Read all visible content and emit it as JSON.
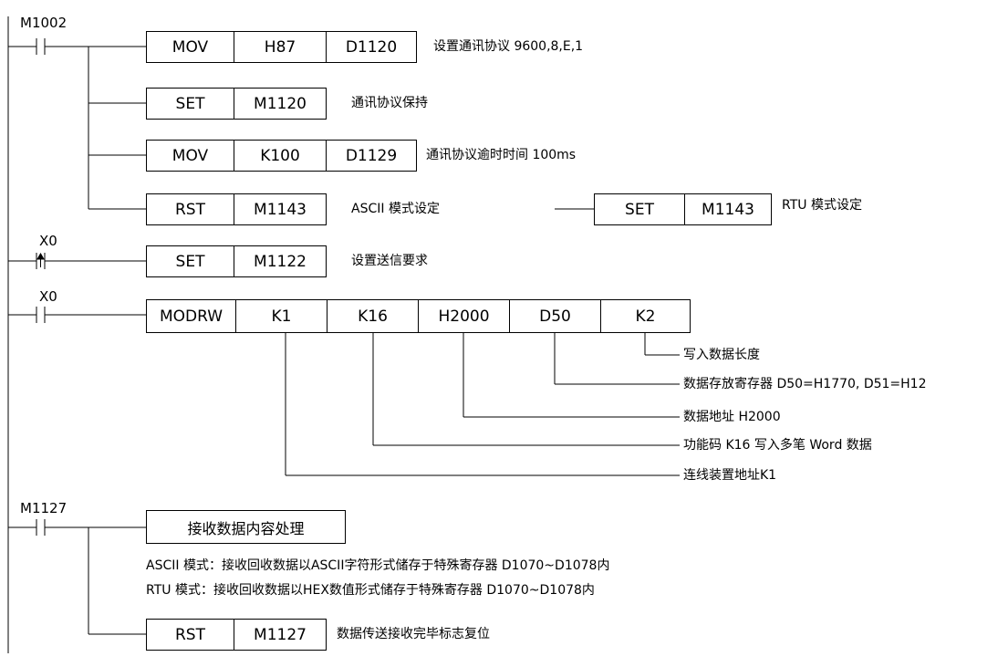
{
  "rungs": [
    {
      "contact": "M1002",
      "instructions": [
        {
          "cells": [
            "MOV",
            "H87",
            "D1120"
          ],
          "comment": "设置通讯协议 9600,8,E,1"
        },
        {
          "cells": [
            "SET",
            "M1120"
          ],
          "comment": "通讯协议保持"
        },
        {
          "cells": [
            "MOV",
            "K100",
            "D1129"
          ],
          "comment": "通讯协议逾时时间 100ms"
        },
        {
          "cells": [
            "RST",
            "M1143"
          ],
          "comment": "ASCII 模式设定"
        }
      ],
      "alternative": {
        "cells": [
          "SET",
          "M1143"
        ],
        "comment": "RTU  模式设定"
      }
    },
    {
      "contact": "X0",
      "instructions": [
        {
          "cells": [
            "SET",
            "M1122"
          ],
          "comment": "设置送信要求"
        }
      ]
    },
    {
      "contact": "X0",
      "instructions": [
        {
          "cells": [
            "MODRW",
            "K1",
            "K16",
            "H2000",
            "D50",
            "K2"
          ]
        }
      ],
      "annotations": [
        "写入数据长度",
        "数据存放寄存器 D50=H1770, D51=H12",
        "数据地址  H2000",
        "功能码  K16 写入多笔 Word 数据",
        "连线装置地址K1"
      ]
    },
    {
      "contact": "M1127",
      "process_box": "接收数据内容处理",
      "notes": [
        "ASCII 模式：接收回收数据以ASCII字符形式储存于特殊寄存器 D1070~D1078内",
        "RTU  模式：接收回收数据以HEX数值形式储存于特殊寄存器 D1070~D1078内"
      ],
      "instructions": [
        {
          "cells": [
            "RST",
            "M1127"
          ],
          "comment": "数据传送接收完毕标志复位"
        }
      ]
    }
  ]
}
